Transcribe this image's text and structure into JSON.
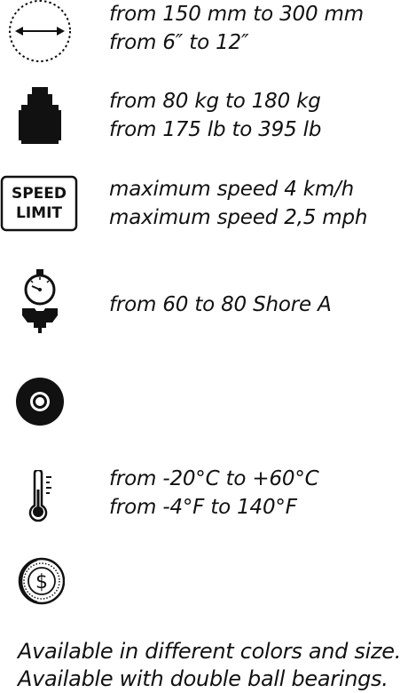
{
  "specs": [
    {
      "icon": "wheel-diameter-icon",
      "lines": [
        "from 150 mm to 300 mm",
        "from 6″ to 12″"
      ]
    },
    {
      "icon": "weight-icon",
      "lines": [
        "from 80 kg to 180 kg",
        "from 175 lb to 395 lb"
      ]
    },
    {
      "icon": "speed-limit-sign-icon",
      "sign_text": [
        "SPEED",
        "LIMIT"
      ],
      "lines": [
        "maximum speed 4 km/h",
        "maximum speed 2,5 mph"
      ]
    },
    {
      "icon": "durometer-icon",
      "lines": [
        "from 60 to 80 Shore A"
      ]
    },
    {
      "icon": "bearing-icon",
      "lines": []
    },
    {
      "icon": "thermometer-icon",
      "lines": [
        "from -20°C to +60°C",
        "from -4°F to 140°F"
      ]
    },
    {
      "icon": "coin-icon",
      "lines": []
    }
  ],
  "footer": {
    "line1": "Available in different colors and size.",
    "line2": "Available with double ball bearings."
  }
}
